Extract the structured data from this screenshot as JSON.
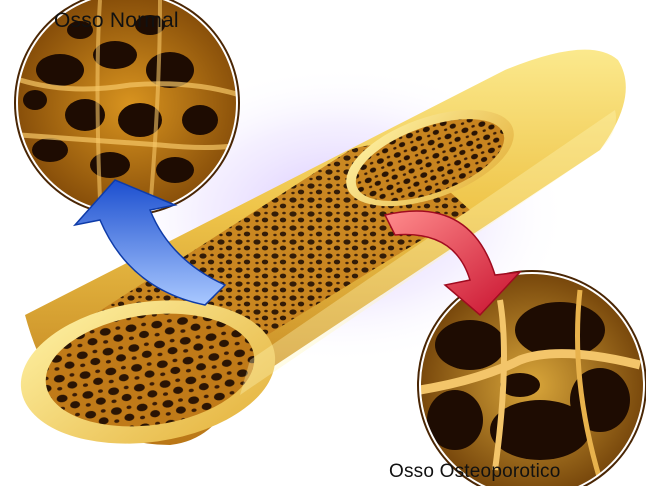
{
  "labels": {
    "normal": "Osso Normal",
    "osteoporotic": "Osso Osteoporotico"
  },
  "colors": {
    "bone_light": "#f7e27a",
    "bone_mid": "#e8b83a",
    "bone_dark": "#b9761a",
    "pore": "#2a1404",
    "arrow_normal": "#2f6fe0",
    "arrow_osteo": "#e0203a",
    "glow": "#d9c8ff"
  },
  "icons": {
    "arrow_normal": "arrow-up-left",
    "arrow_osteoporotic": "arrow-down-right"
  }
}
